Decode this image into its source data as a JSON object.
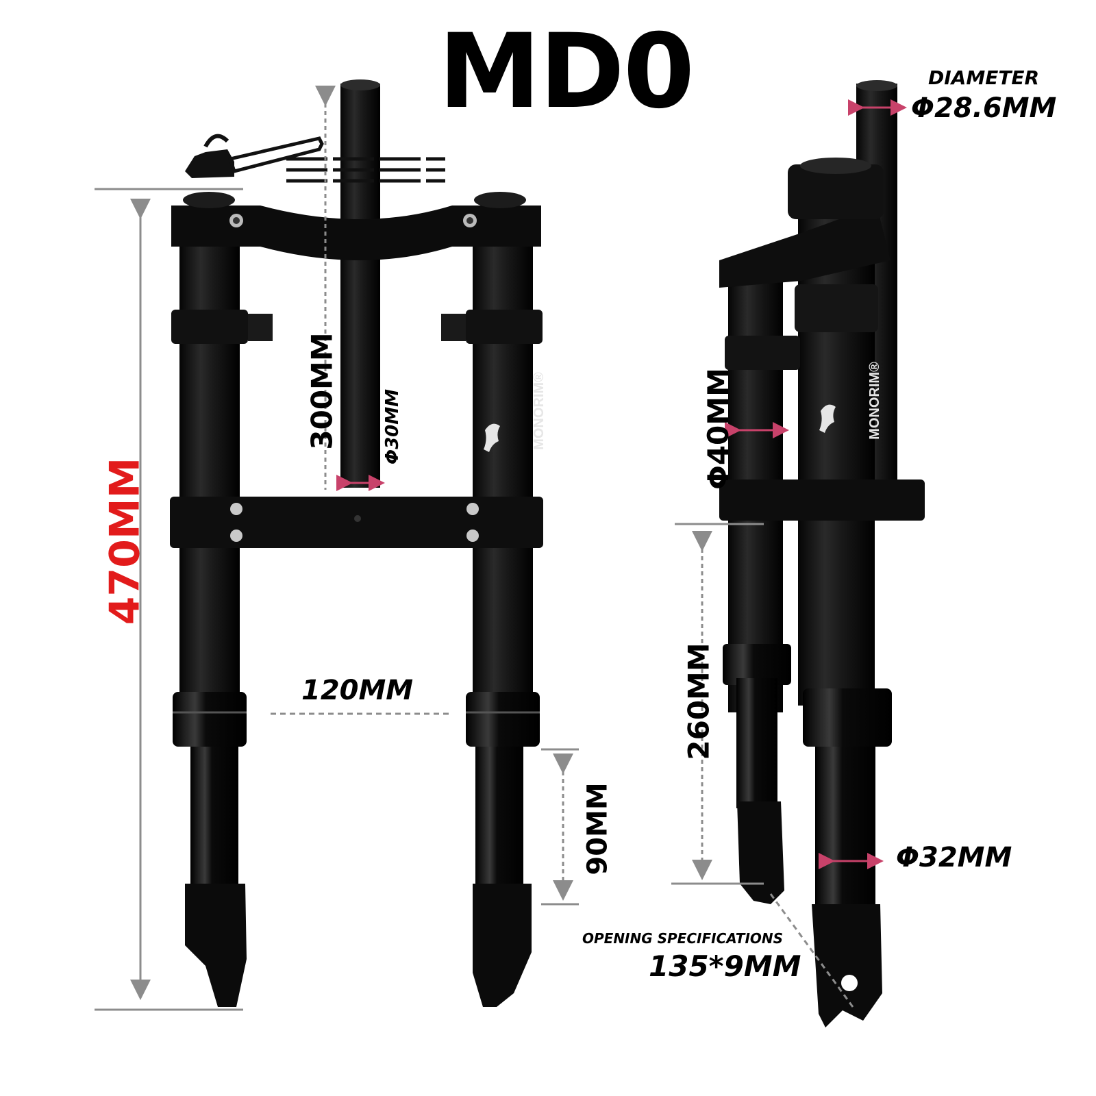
{
  "title": "MD0",
  "brand": "MONORIM",
  "brand_mark": "®",
  "colors": {
    "accent_red": "#e21b1b",
    "dimension_arrow": "#8c8c8c",
    "marker_pink": "#c8426a",
    "part_black": "#111111"
  },
  "labels": {
    "total_height": "470MM",
    "steerer_length": "300MM",
    "steerer_inner": "Φ30MM",
    "axle_spacing": "120MM",
    "travel": "90MM",
    "steerer_diameter_caption": "DIAMETER",
    "steerer_diameter": "Φ28.6MM",
    "upper_tube": "Φ40MM",
    "lower_length": "260MM",
    "lower_tube": "Φ32MM",
    "opening_caption": "OPENING SPECIFICATIONS",
    "opening_value": "135*9MM"
  },
  "icons": [
    "chainsaw-icon",
    "monorim-kangaroo-logo"
  ]
}
